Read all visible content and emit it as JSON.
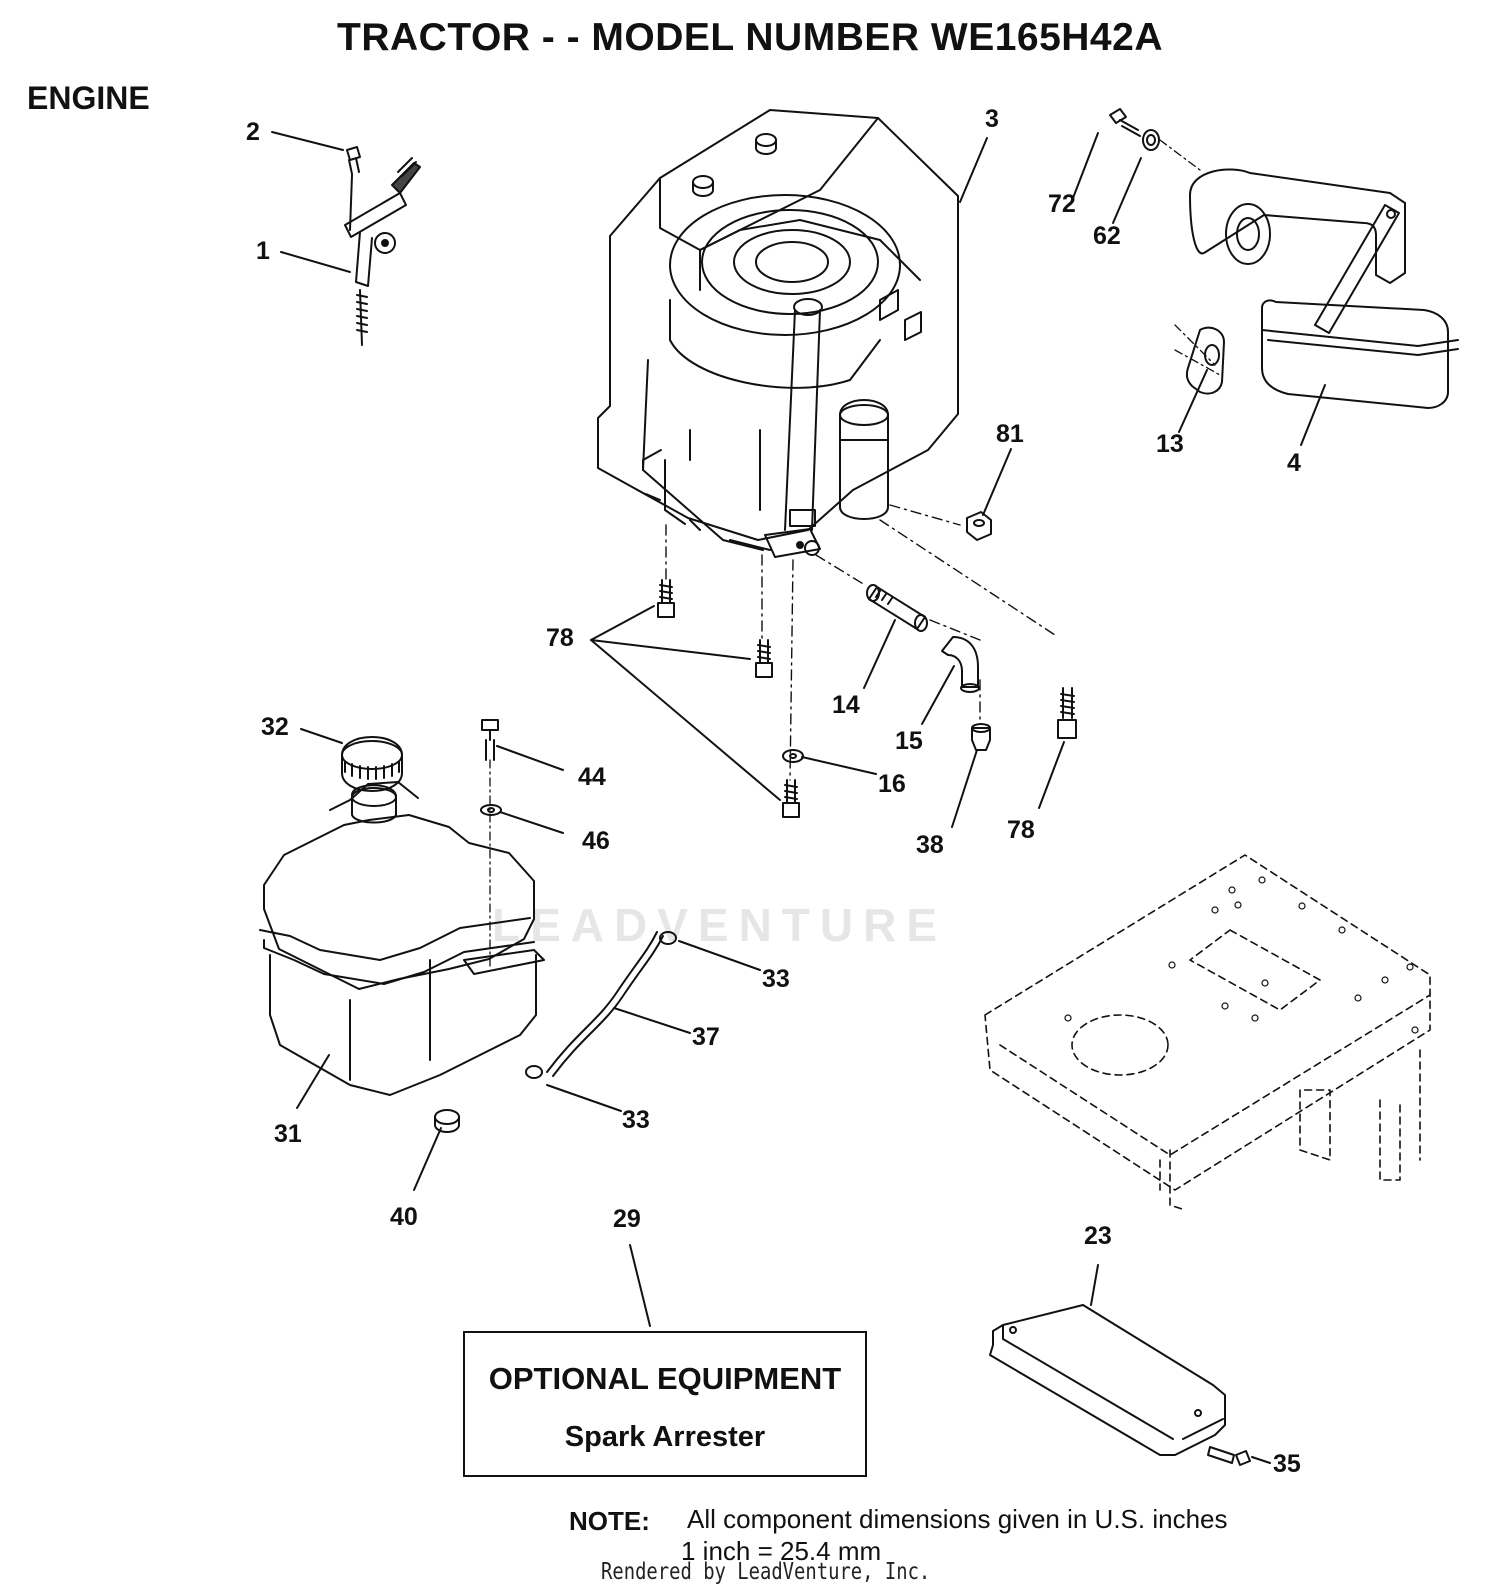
{
  "header": {
    "title": "TRACTOR - - MODEL NUMBER WE165H42A",
    "section": "ENGINE"
  },
  "callouts": {
    "c1": "1",
    "c2": "2",
    "c3": "3",
    "c4": "4",
    "c13": "13",
    "c14": "14",
    "c15": "15",
    "c16": "16",
    "c23": "23",
    "c29": "29",
    "c31": "31",
    "c32": "32",
    "c33a": "33",
    "c33b": "33",
    "c35": "35",
    "c37": "37",
    "c38": "38",
    "c40": "40",
    "c44": "44",
    "c46": "46",
    "c62": "62",
    "c72": "72",
    "c78a": "78",
    "c78b": "78",
    "c81": "81"
  },
  "optional": {
    "title": "OPTIONAL EQUIPMENT",
    "item": "Spark Arrester"
  },
  "note": {
    "label": "NOTE:",
    "line1": "All component dimensions given in U.S. inches",
    "line2": "1 inch = 25.4 mm"
  },
  "footer": {
    "rendered_by": "Rendered by LeadVenture, Inc."
  },
  "watermark": {
    "text": "LEADVENTURE"
  },
  "colors": {
    "ink": "#111111",
    "watermark": "#e6e6e6"
  }
}
